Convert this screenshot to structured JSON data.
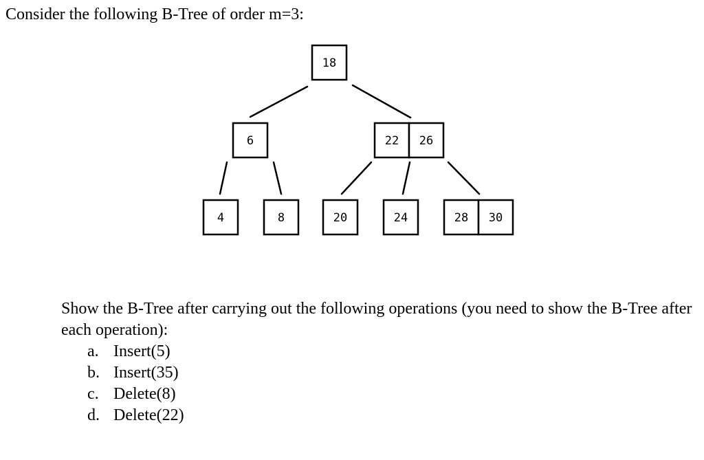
{
  "intro_text": "Consider the following B-Tree of order m=3:",
  "tree": {
    "nodes": [
      {
        "id": "root",
        "keys": [
          "18"
        ]
      },
      {
        "id": "left-internal",
        "keys": [
          "6"
        ]
      },
      {
        "id": "right-internal",
        "keys": [
          "22",
          "26"
        ]
      },
      {
        "id": "leaf-4",
        "keys": [
          "4"
        ]
      },
      {
        "id": "leaf-8",
        "keys": [
          "8"
        ]
      },
      {
        "id": "leaf-20",
        "keys": [
          "20"
        ]
      },
      {
        "id": "leaf-24",
        "keys": [
          "24"
        ]
      },
      {
        "id": "leaf-28-30",
        "keys": [
          "28",
          "30"
        ]
      }
    ],
    "edges": [
      [
        "root",
        "left-internal"
      ],
      [
        "root",
        "right-internal"
      ],
      [
        "left-internal",
        "leaf-4"
      ],
      [
        "left-internal",
        "leaf-8"
      ],
      [
        "right-internal",
        "leaf-20"
      ],
      [
        "right-internal",
        "leaf-24"
      ],
      [
        "right-internal",
        "leaf-28-30"
      ]
    ]
  },
  "instructions": "Show the B-Tree after carrying out the following operations (you need to show the B-Tree after each operation):",
  "operations": [
    {
      "letter": "a.",
      "text": "Insert(5)"
    },
    {
      "letter": "b.",
      "text": "Insert(35)"
    },
    {
      "letter": "c.",
      "text": "Delete(8)"
    },
    {
      "letter": "d.",
      "text": "Delete(22)"
    }
  ]
}
